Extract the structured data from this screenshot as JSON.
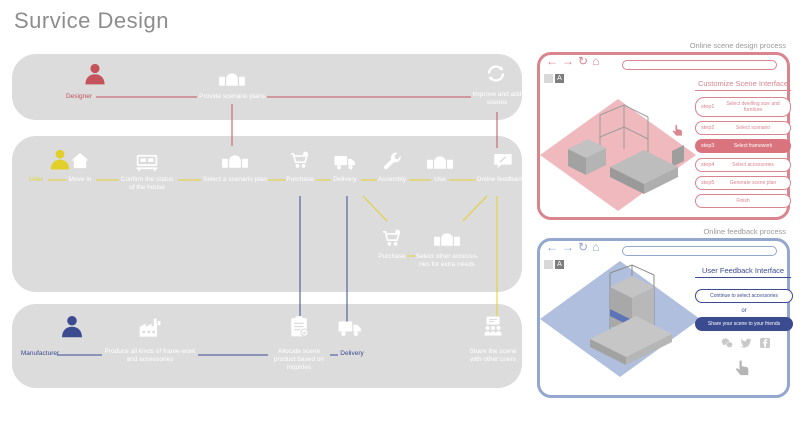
{
  "title": "Survice Design",
  "lanes": {
    "designer": {
      "actor": "Designer",
      "provide": "Provide scenario plans",
      "improve": "Improve and add scenes"
    },
    "user": {
      "actor": "User",
      "move_in": "Move in",
      "confirm": "Confirm the status of the house",
      "select_plan": "Select a scenario plan",
      "purchase": "Purchase",
      "delivery": "Delivery",
      "assembly": "Assembly",
      "use": "Use",
      "feedback": "Online feedback",
      "branch_purchase": "Purchase",
      "branch_accessories": "Select other accesso-ries for extra needs"
    },
    "manufacturer": {
      "actor": "Manufacturer",
      "produce": "Produce all kinds of frame-work and accessories",
      "allocate": "Allocate scene product based on inquiries",
      "delivery": "Delivery",
      "share": "Share the scene with other users"
    }
  },
  "design_panel": {
    "label": "Online scene design process",
    "heading": "Customize Scene Interface",
    "steps": [
      {
        "num": "step1",
        "text": "Select dwelling size and furniture"
      },
      {
        "num": "step2",
        "text": "Select scenario"
      },
      {
        "num": "step3",
        "text": "Select framework"
      },
      {
        "num": "step4",
        "text": "Select accessories"
      },
      {
        "num": "step5",
        "text": "Generate scene plan"
      }
    ],
    "active_step": "step3",
    "finish": "Finish",
    "toolbar_letter": "A"
  },
  "feedback_panel": {
    "label": "Online feedback process",
    "heading": "User Feedback Interface",
    "continue_button": "Continue to select accessories",
    "or": "or",
    "share_button": "Share your scene to your friends",
    "toolbar_letter": "A"
  },
  "icons": {
    "back": "←",
    "forward": "→",
    "refresh": "↻",
    "home": "⌂"
  },
  "colors": {
    "designer_red": "#c4535b",
    "user_yellow": "#e3cf2a",
    "manufacturer_navy": "#3a4b8f",
    "lane_grey": "#dcdcdc",
    "panel_pink": "#d9858f",
    "panel_blue": "#94a7cf"
  }
}
